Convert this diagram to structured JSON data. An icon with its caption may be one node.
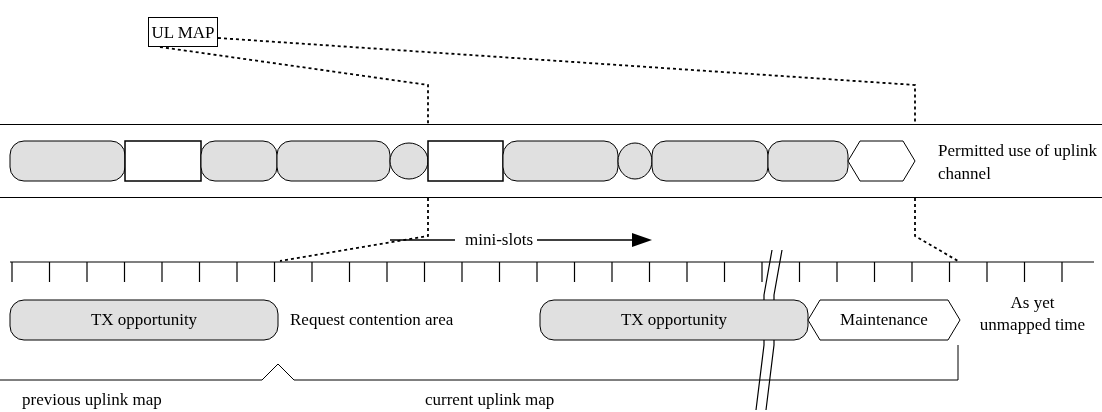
{
  "diagram": {
    "nodes": [
      {
        "text": [
          "UL MAP"
        ]
      },
      {
        "text": [
          "Permitted use of uplink channel"
        ]
      },
      {
        "text": [],
        "shape": "pill",
        "in": 1
      },
      {
        "text": [],
        "shape": "box",
        "in": 1
      },
      {
        "text": [],
        "shape": "pill",
        "in": 1
      },
      {
        "text": [],
        "shape": "pill",
        "in": 1
      },
      {
        "text": [],
        "shape": "circle",
        "in": 1
      },
      {
        "text": [],
        "shape": "box",
        "in": 1
      },
      {
        "text": [],
        "shape": "pill",
        "in": 1
      },
      {
        "text": [],
        "shape": "circle",
        "in": 1
      },
      {
        "text": [],
        "shape": "pill",
        "in": 1
      },
      {
        "text": [],
        "shape": "pill",
        "in": 1
      },
      {
        "text": [],
        "shape": "hexagon",
        "in": 1
      },
      {
        "text": [
          "TX opportunity"
        ]
      },
      {
        "text": [
          "TX opportunity"
        ]
      },
      {
        "text": [
          "Maintenance"
        ]
      },
      {
        "text": [],
        "shape": "ruler"
      }
    ],
    "edges": [
      {
        "from": 0,
        "to": 7,
        "arrow": "none"
      },
      {
        "from": 0,
        "to": 12,
        "arrow": "none"
      },
      {
        "from": 7,
        "to": 16,
        "arrow": "none"
      },
      {
        "from": 12,
        "to": 16,
        "arrow": "none"
      }
    ],
    "labels": [
      "mini-slots",
      "Request contention area",
      "As yet unmapped time",
      "previous uplink map",
      "current uplink map"
    ]
  }
}
